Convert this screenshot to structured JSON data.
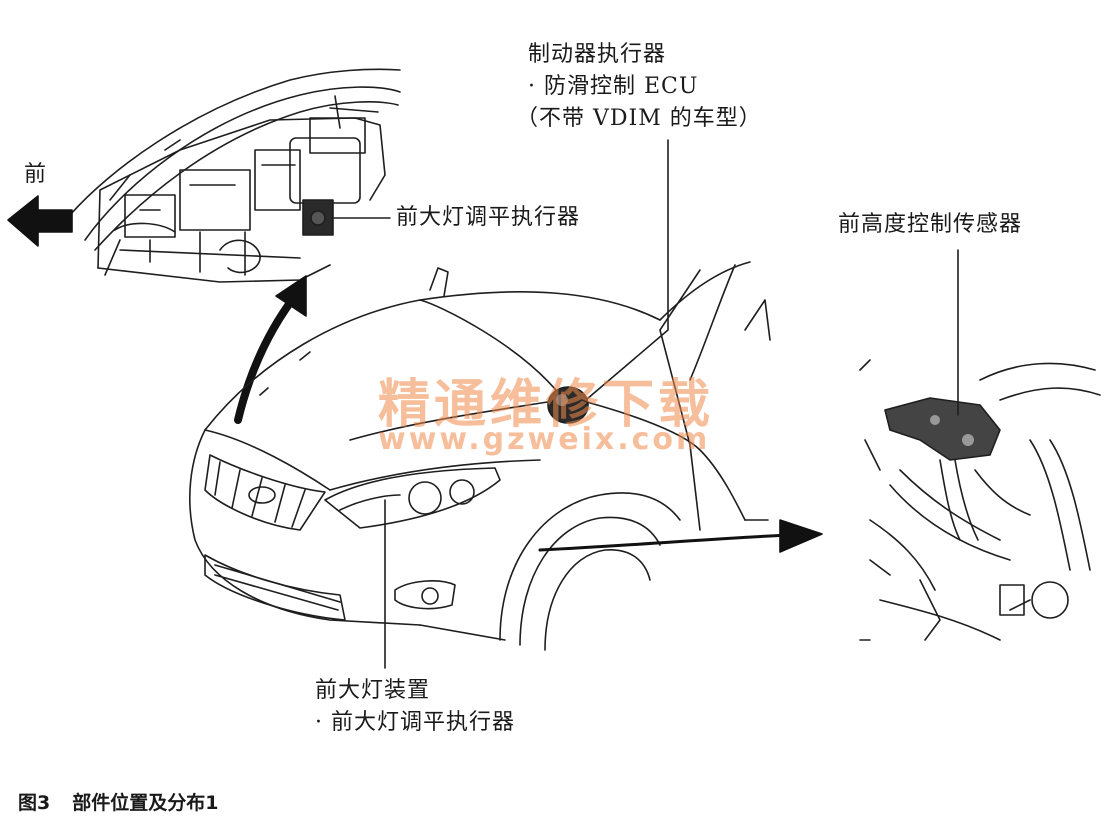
{
  "labels": {
    "front": "前",
    "brake_actuator": "制动器执行器",
    "skid_control_ecu": "· 防滑控制 ECU",
    "without_vdim": "（不带 VDIM 的车型）",
    "headlight_leveling_actuator_top": "前大灯调平执行器",
    "front_height_sensor": "前高度控制传感器",
    "headlight_assembly": "前大灯装置",
    "headlight_leveling_actuator_bottom": "· 前大灯调平执行器"
  },
  "watermark": {
    "name": "精通维修下载",
    "url": "www.gzweix.com"
  },
  "caption": {
    "number": "图3",
    "title": "部件位置及分布1"
  }
}
